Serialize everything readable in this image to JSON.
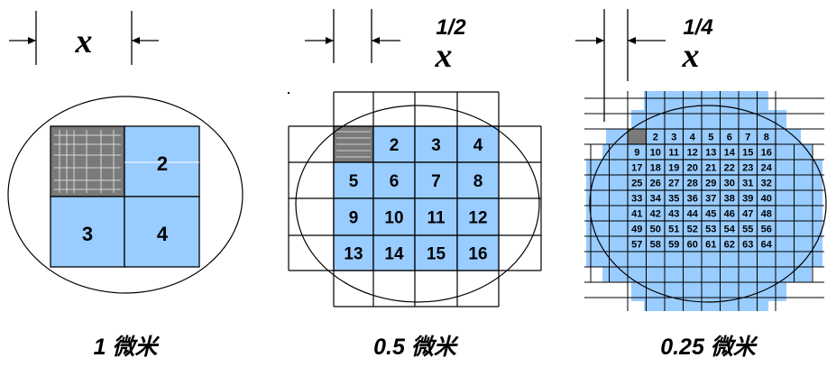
{
  "x_symbol": "x",
  "colors": {
    "die": "#99ccff",
    "line": "#000000",
    "chip": "#7a7a7a"
  },
  "panels": [
    {
      "id": "p1",
      "fraction": "",
      "caption": "1 微米",
      "dies": [
        "",
        "2",
        "3",
        "4"
      ]
    },
    {
      "id": "p2",
      "fraction": "1/2",
      "caption": "0.5 微米",
      "dies": [
        "",
        "2",
        "3",
        "4",
        "5",
        "6",
        "7",
        "8",
        "9",
        "10",
        "11",
        "12",
        "13",
        "14",
        "15",
        "16"
      ]
    },
    {
      "id": "p3",
      "fraction": "1/4",
      "caption": "0.25 微米",
      "dies": [
        "",
        "2",
        "3",
        "4",
        "5",
        "6",
        "7",
        "8",
        "9",
        "10",
        "11",
        "12",
        "13",
        "14",
        "15",
        "16",
        "17",
        "18",
        "19",
        "20",
        "21",
        "22",
        "23",
        "24",
        "25",
        "26",
        "27",
        "28",
        "29",
        "30",
        "31",
        "32",
        "33",
        "34",
        "35",
        "36",
        "37",
        "38",
        "39",
        "40",
        "41",
        "42",
        "43",
        "44",
        "45",
        "46",
        "47",
        "48",
        "49",
        "50",
        "51",
        "52",
        "53",
        "54",
        "55",
        "56",
        "57",
        "58",
        "59",
        "60",
        "61",
        "62",
        "63",
        "64"
      ]
    }
  ]
}
